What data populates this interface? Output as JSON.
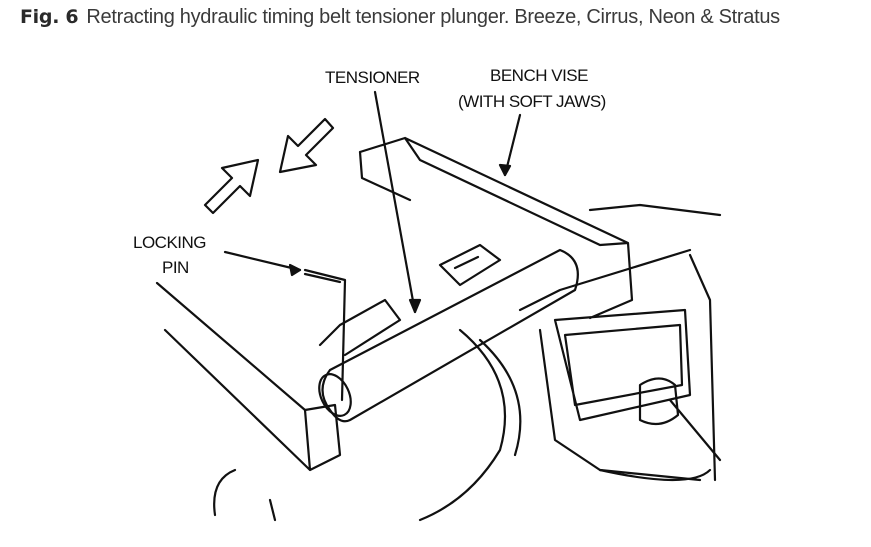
{
  "caption": {
    "number": "Fig. 6",
    "text": "Retracting hydraulic timing belt tensioner plunger. Breeze, Cirrus, Neon & Stratus"
  },
  "figure": {
    "labels": {
      "tensioner": "TENSIONER",
      "bench_vise": "BENCH VISE",
      "soft_jaws": "(WITH SOFT JAWS)",
      "locking": "LOCKING",
      "pin": "PIN"
    }
  }
}
